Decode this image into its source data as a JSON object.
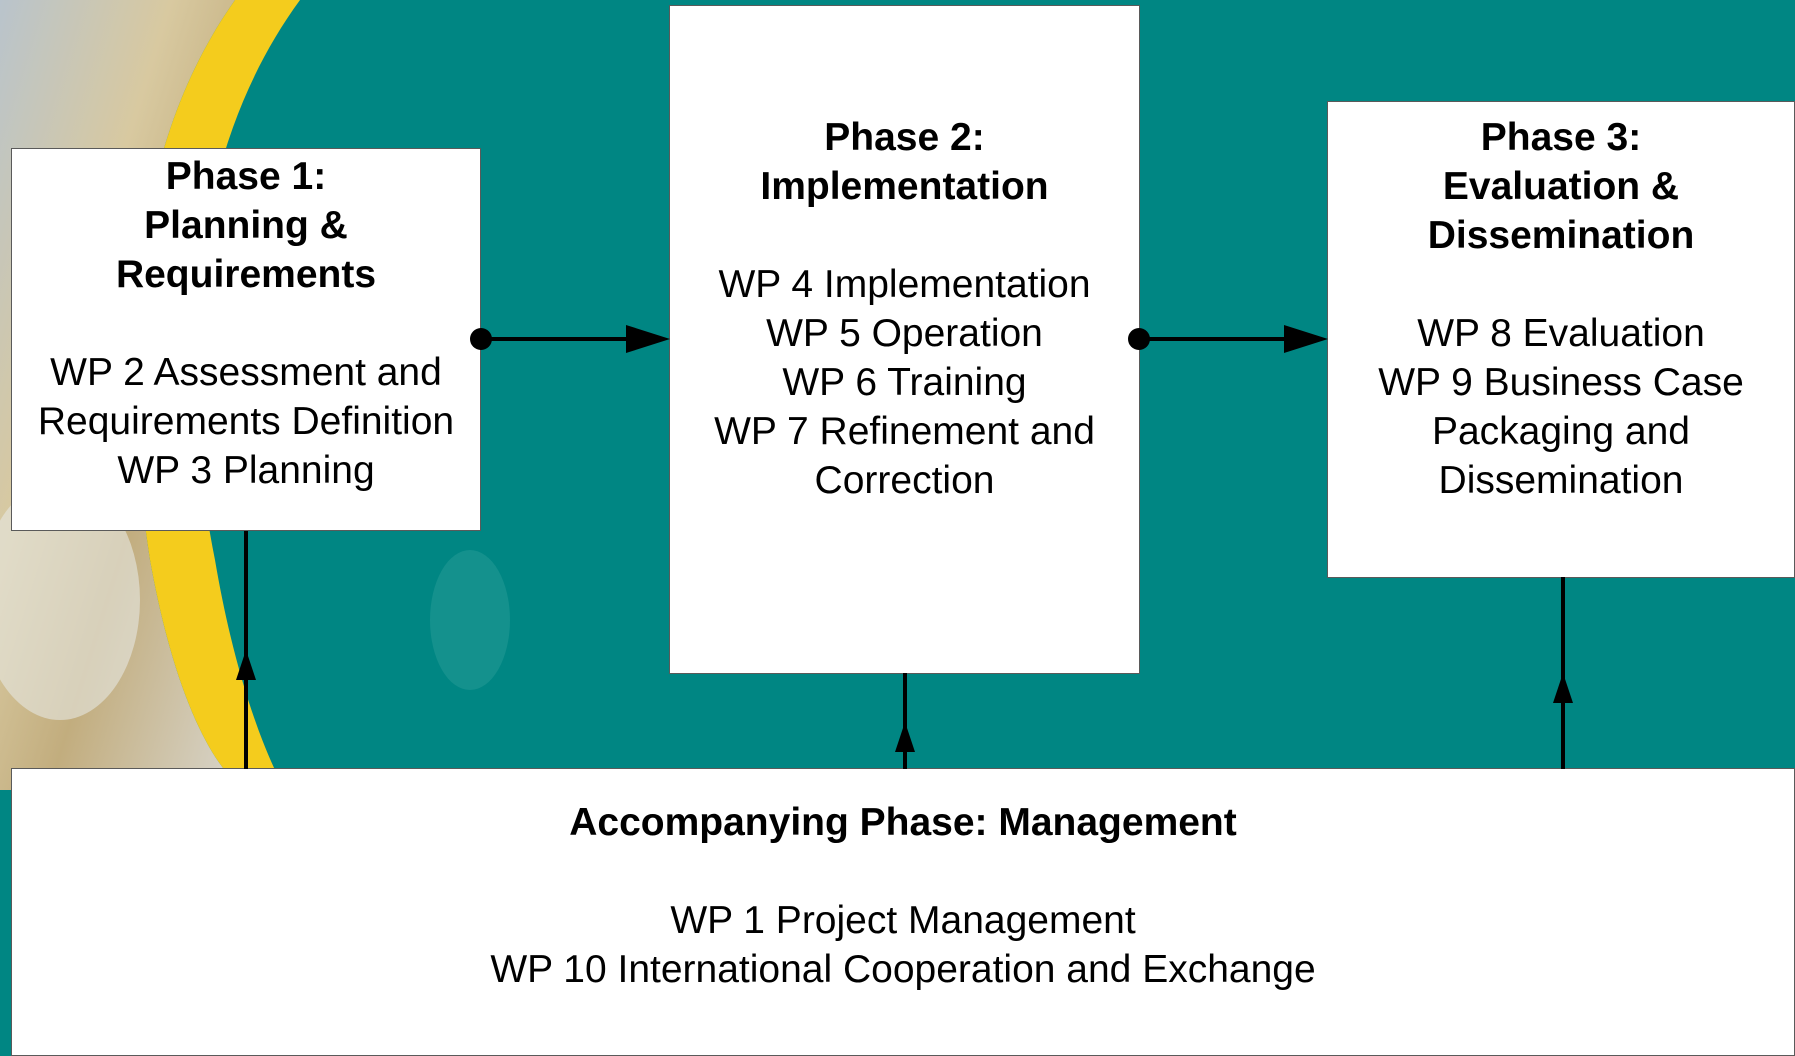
{
  "colors": {
    "background_teal": "#008683",
    "accent_yellow": "#f4cc1d",
    "photo_sand": "#c9b88e",
    "box_fill": "#ffffff",
    "arrow": "#000000"
  },
  "phases": [
    {
      "title_lines": [
        "Phase 1:",
        "Planning &",
        "Requirements"
      ],
      "item_lines": [
        "WP 2 Assessment and",
        "Requirements Definition",
        "WP 3 Planning"
      ]
    },
    {
      "title_lines": [
        "Phase 2:",
        "Implementation"
      ],
      "item_lines": [
        "WP 4 Implementation",
        "WP 5 Operation",
        "WP 6 Training",
        "WP 7 Refinement and",
        "Correction"
      ]
    },
    {
      "title_lines": [
        "Phase 3:",
        "Evaluation &",
        "Dissemination"
      ],
      "item_lines": [
        "WP 8 Evaluation",
        "WP 9 Business Case",
        "Packaging and",
        "Dissemination"
      ]
    }
  ],
  "management": {
    "title": "Accompanying Phase: Management",
    "item_lines": [
      "WP 1 Project Management",
      "WP 10 International Cooperation and Exchange"
    ]
  },
  "connectors": [
    {
      "from": "phase-1",
      "to": "phase-2",
      "style": "dot-to-arrow"
    },
    {
      "from": "phase-2",
      "to": "phase-3",
      "style": "dot-to-arrow"
    },
    {
      "from": "management",
      "to": "phase-1",
      "style": "arrow"
    },
    {
      "from": "management",
      "to": "phase-2",
      "style": "arrow"
    },
    {
      "from": "management",
      "to": "phase-3",
      "style": "arrow"
    }
  ]
}
